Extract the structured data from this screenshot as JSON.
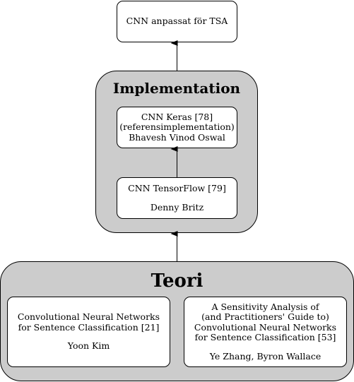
{
  "top": {
    "label": "CNN anpassat för TSA"
  },
  "implementation": {
    "title": "Implementation",
    "keras": {
      "lines": [
        "CNN Keras [78]",
        "(referensimplementation)",
        "Bhavesh Vinod Oswal"
      ]
    },
    "tensorflow": {
      "title": "CNN TensorFlow [79]",
      "author": "Denny Britz"
    }
  },
  "teori": {
    "title": "Teori",
    "kim": {
      "lines": [
        "Convolutional Neural Networks",
        "for Sentence Classification [21]"
      ],
      "author": "Yoon Kim"
    },
    "zhang": {
      "lines": [
        "A Sensitivity Analysis of",
        "(and Practitioners' Guide to)",
        "Convolutional Neural Networks",
        "for Sentence Classification [53]"
      ],
      "author": "Ye Zhang, Byron Wallace"
    }
  }
}
